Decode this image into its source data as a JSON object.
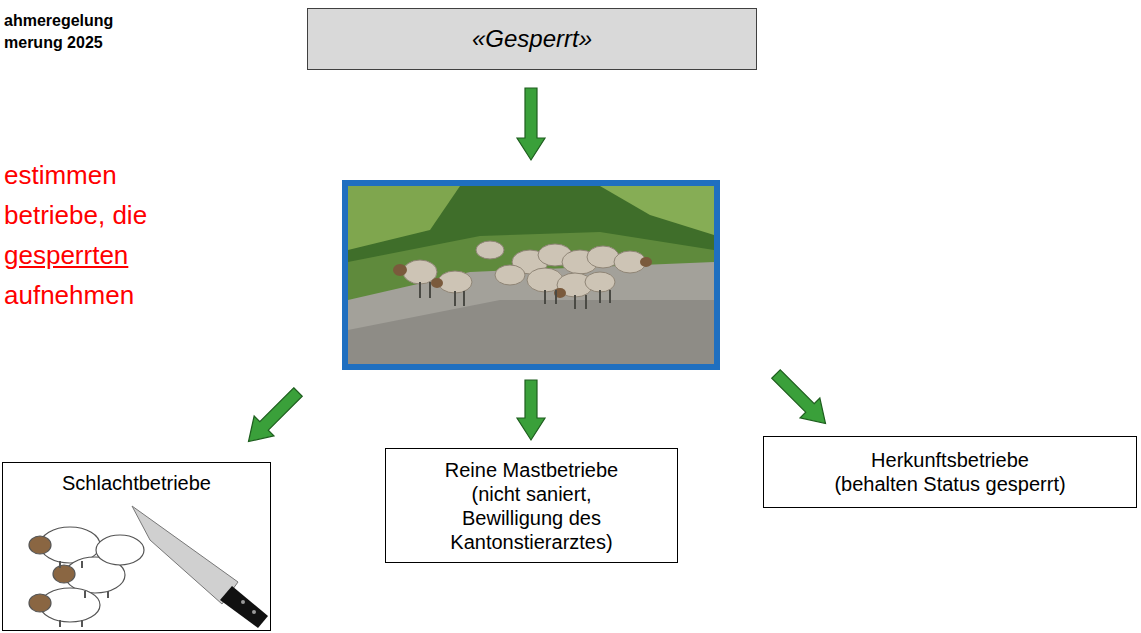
{
  "diagram": {
    "nodes": [
      {
        "text": [
          "«Gesperrt»"
        ]
      },
      {
        "text": [
          "Schlachtbetriebe"
        ]
      },
      {
        "text": [
          "Reine Mastbetriebe (nicht saniert, Bewilligung des Kantonstierarztes)"
        ]
      },
      {
        "text": [
          "Herkunftsbetriebe (behalten Status gesperrt)"
        ]
      }
    ],
    "labels": [
      "ahmeregelung",
      "merung 2025",
      "estimmen",
      "betriebe, die",
      "gesperrten",
      "aufnehmen"
    ]
  }
}
